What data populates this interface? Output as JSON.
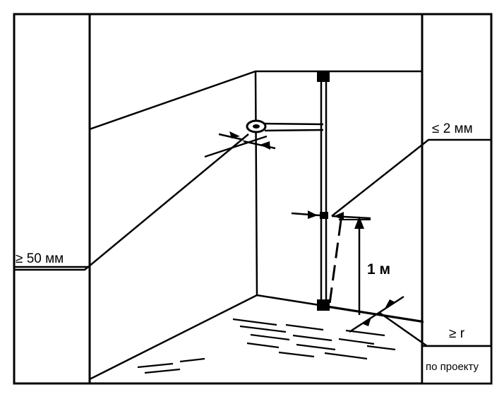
{
  "labels": {
    "wall_offset": "≥ 50 мм",
    "deviation": "≤ 2 мм",
    "height": "1 м",
    "radius": "≥ r",
    "project": "по проекту"
  }
}
